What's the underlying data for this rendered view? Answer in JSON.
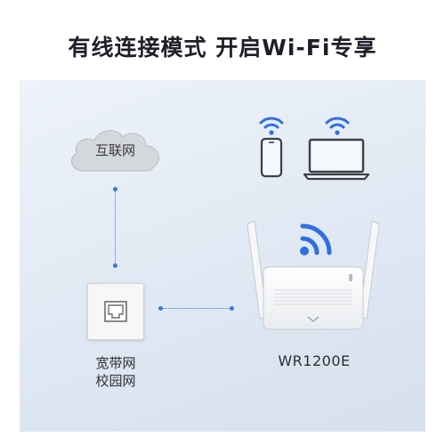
{
  "title": {
    "prefix": "有线连接模式 开启",
    "wifi": "Wi-Fi",
    "suffix": "专享"
  },
  "internet": {
    "label": "互联网"
  },
  "wired_network": {
    "line1": "宽带网",
    "line2": "校园网"
  },
  "router": {
    "model": "WR1200E"
  },
  "colors": {
    "wifi_blue": "#2f6fe0",
    "line_blue": "#3a7bd5",
    "title_text": "#1f1f2a"
  }
}
